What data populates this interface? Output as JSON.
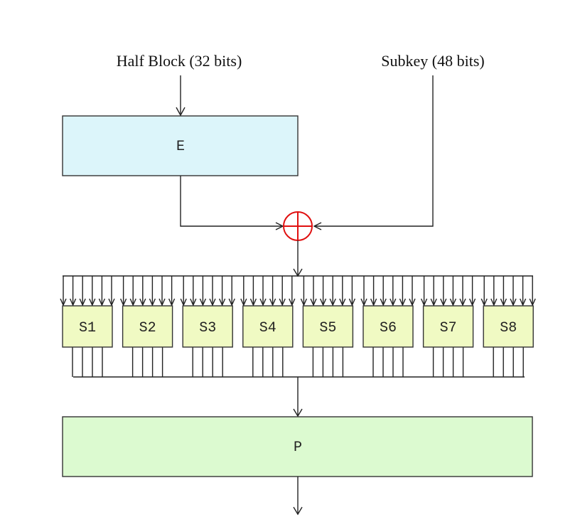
{
  "inputs": {
    "half_block_label": "Half Block (32 bits)",
    "subkey_label": "Subkey (48 bits)"
  },
  "blocks": {
    "expansion_label": "E",
    "permutation_label": "P"
  },
  "sboxes": [
    "S1",
    "S2",
    "S3",
    "S4",
    "S5",
    "S6",
    "S7",
    "S8"
  ],
  "colors": {
    "expansion_fill": "#dcf5fa",
    "sbox_fill": "#f0fac3",
    "permutation_fill": "#dcfad0",
    "xor_stroke": "#e01010",
    "line": "#222222"
  },
  "icons": {
    "xor": "circled-plus-icon",
    "arrow": "arrowhead-icon"
  }
}
